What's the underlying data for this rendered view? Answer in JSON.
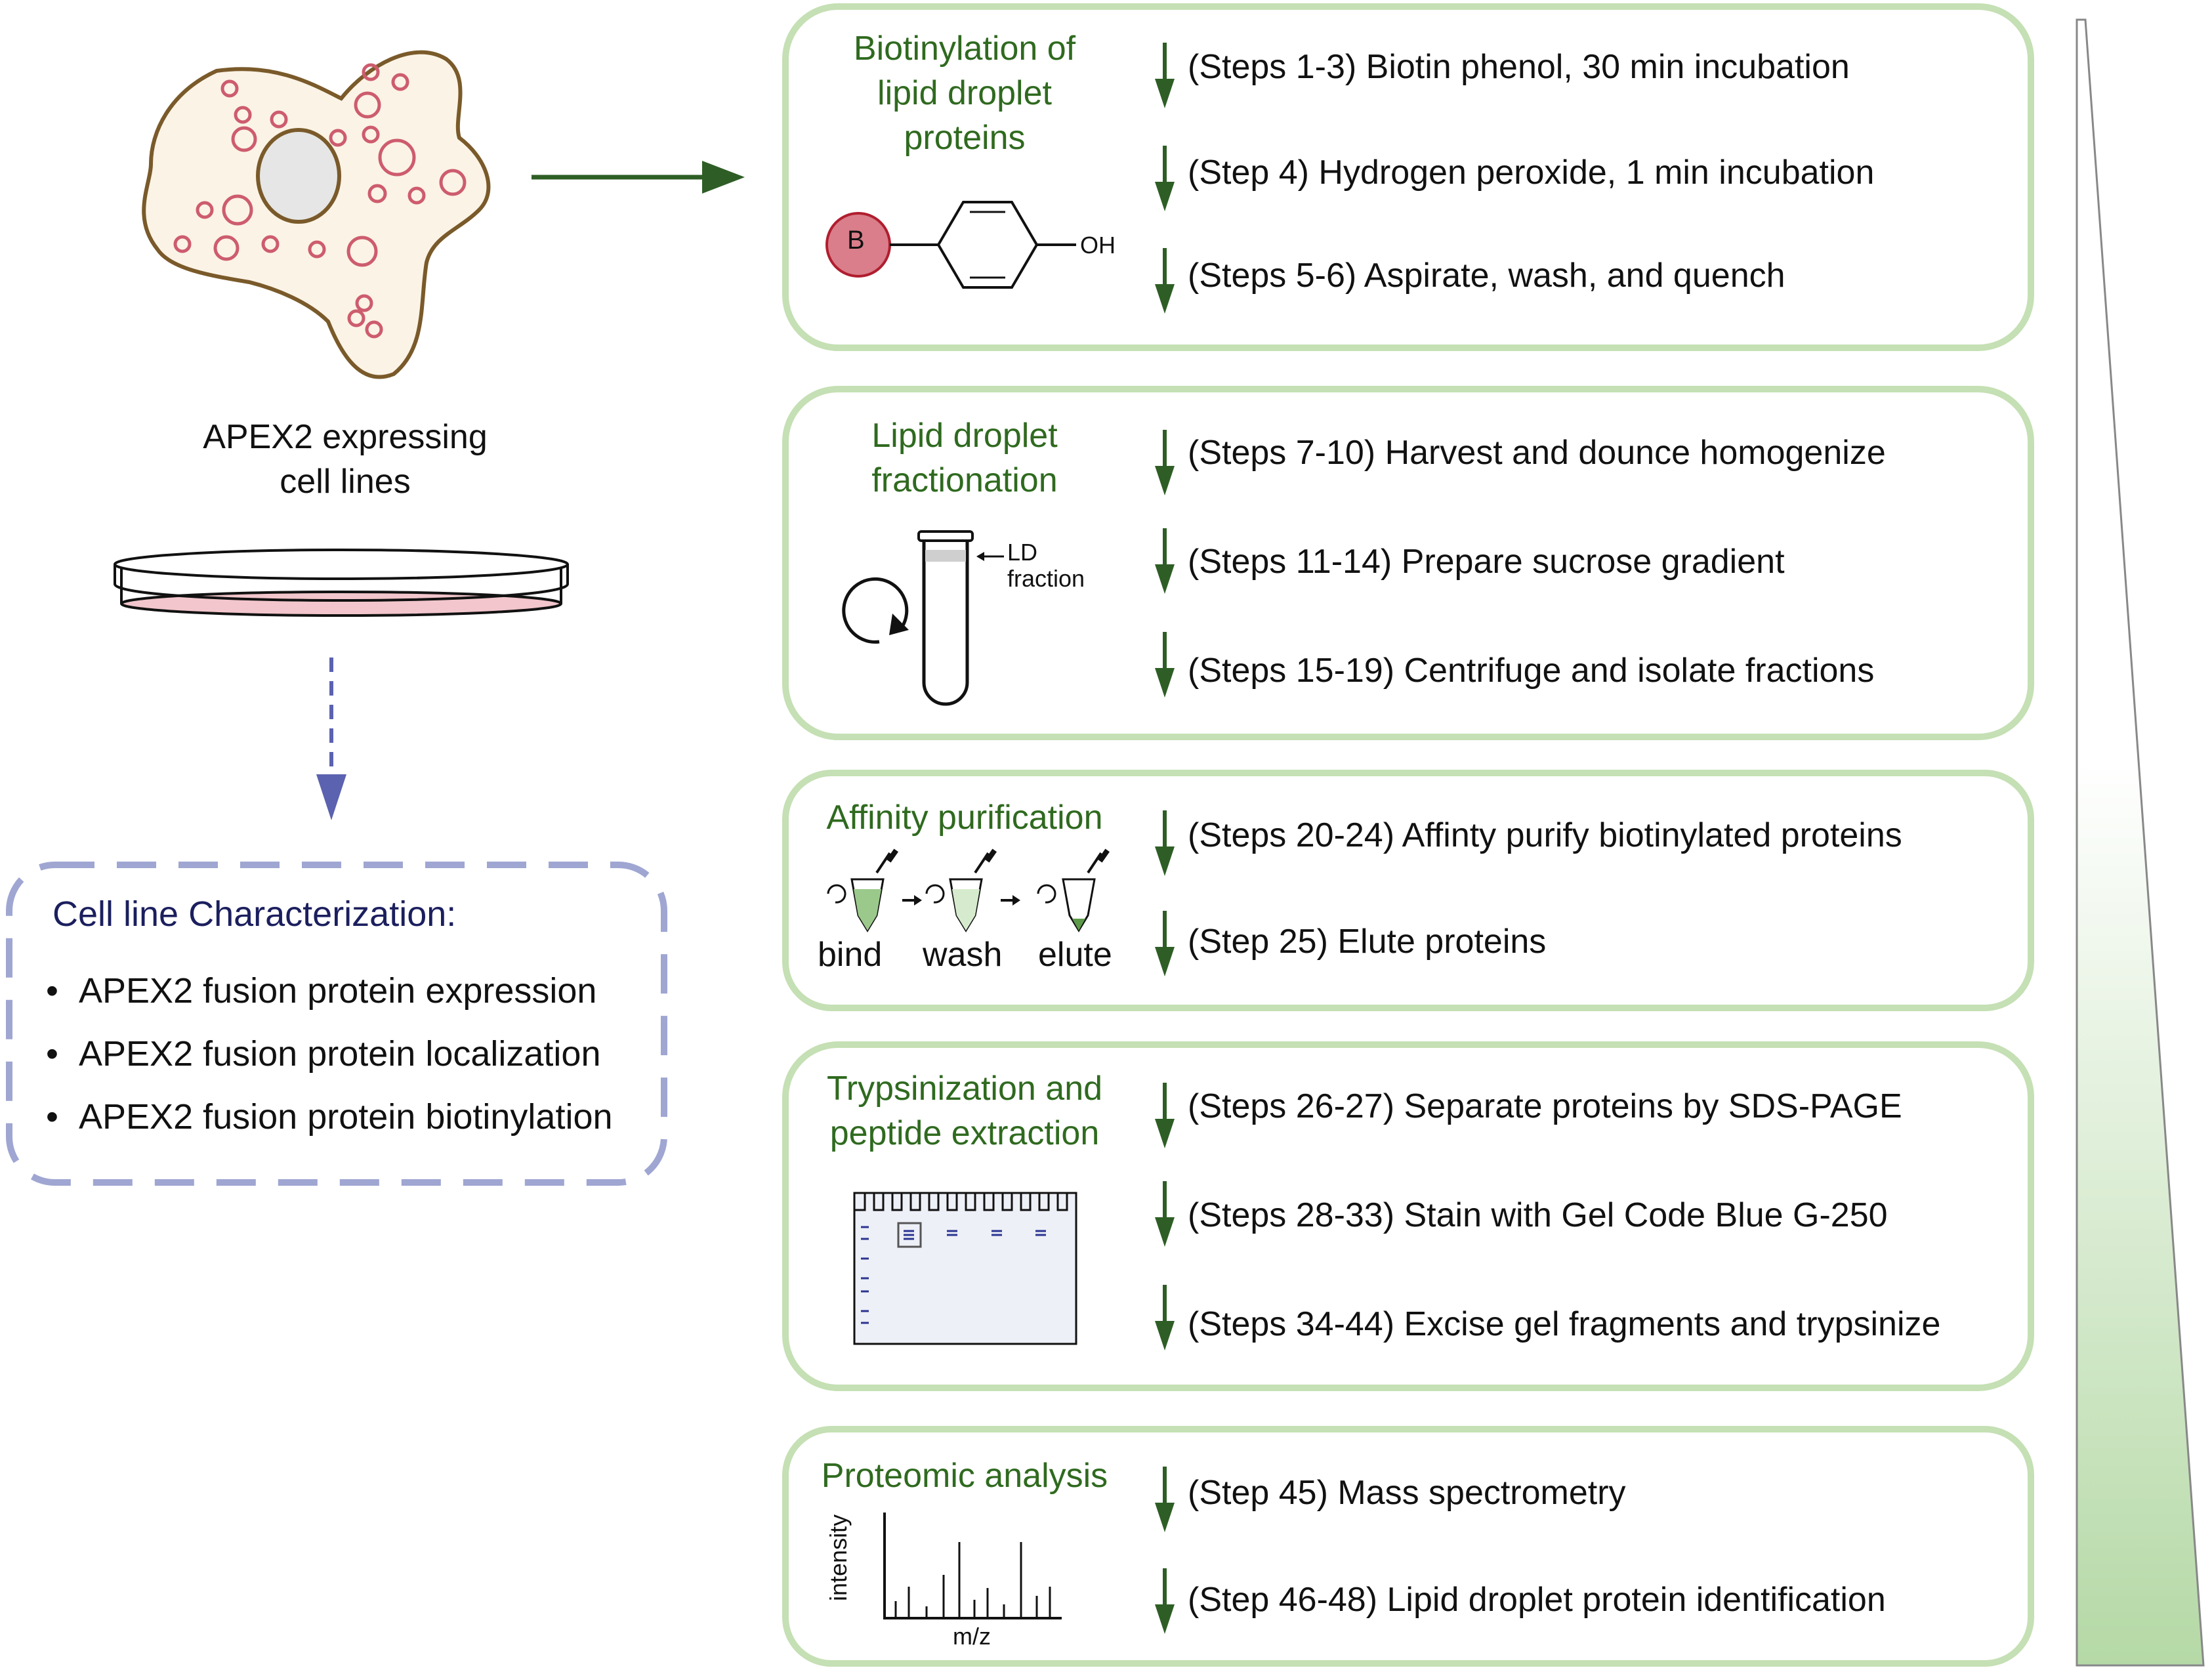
{
  "cell": {
    "label_line1": "APEX2 expressing",
    "label_line2": "cell lines"
  },
  "characterization": {
    "title": "Cell line Characterization:",
    "items": [
      "APEX2 fusion protein expression",
      "APEX2 fusion protein localization",
      "APEX2 fusion protein biotinylation"
    ]
  },
  "panels": [
    {
      "title_lines": [
        "Biotinylation of",
        "lipid droplet",
        "proteins"
      ],
      "steps": [
        "(Steps 1-3) Biotin phenol, 30 min incubation",
        "(Step 4) Hydrogen peroxide, 1 min incubation",
        "(Steps 5-6) Aspirate, wash, and quench"
      ],
      "molecule": {
        "bead_label": "B",
        "group_label": "OH"
      }
    },
    {
      "title_lines": [
        "Lipid droplet",
        "fractionation"
      ],
      "steps": [
        "(Steps 7-10) Harvest and dounce homogenize",
        "(Steps 11-14) Prepare sucrose gradient",
        "(Steps 15-19) Centrifuge and isolate fractions"
      ],
      "tube": {
        "label_line1": "LD",
        "label_line2": "fraction"
      }
    },
    {
      "title_lines": [
        "Affinity purification"
      ],
      "steps": [
        "(Steps 20-24) Affinty purify biotinylated proteins",
        "(Step 25) Elute proteins"
      ],
      "tube_labels": [
        "bind",
        "wash",
        "elute"
      ]
    },
    {
      "title_lines": [
        "Trypsinization and",
        "peptide extraction"
      ],
      "steps": [
        "(Steps 26-27) Separate proteins by SDS-PAGE",
        "(Steps 28-33) Stain with Gel Code Blue G-250",
        "(Steps 34-44) Excise gel fragments and trypsinize"
      ]
    },
    {
      "title_lines": [
        "Proteomic analysis"
      ],
      "steps": [
        "(Step 45) Mass spectrometry",
        "(Step 46-48) Lipid droplet protein identification"
      ],
      "spectrum": {
        "y_label": "intensity",
        "x_label": "m/z"
      }
    }
  ],
  "colors": {
    "panel_border": "#c5e0b4",
    "title_green": "#2f6a1f",
    "arrow_green": "#2e5e25",
    "dashed_blue": "#9fa6d2",
    "cell_outline": "#7a5a2a",
    "vesicle": "#cd5c6e"
  }
}
